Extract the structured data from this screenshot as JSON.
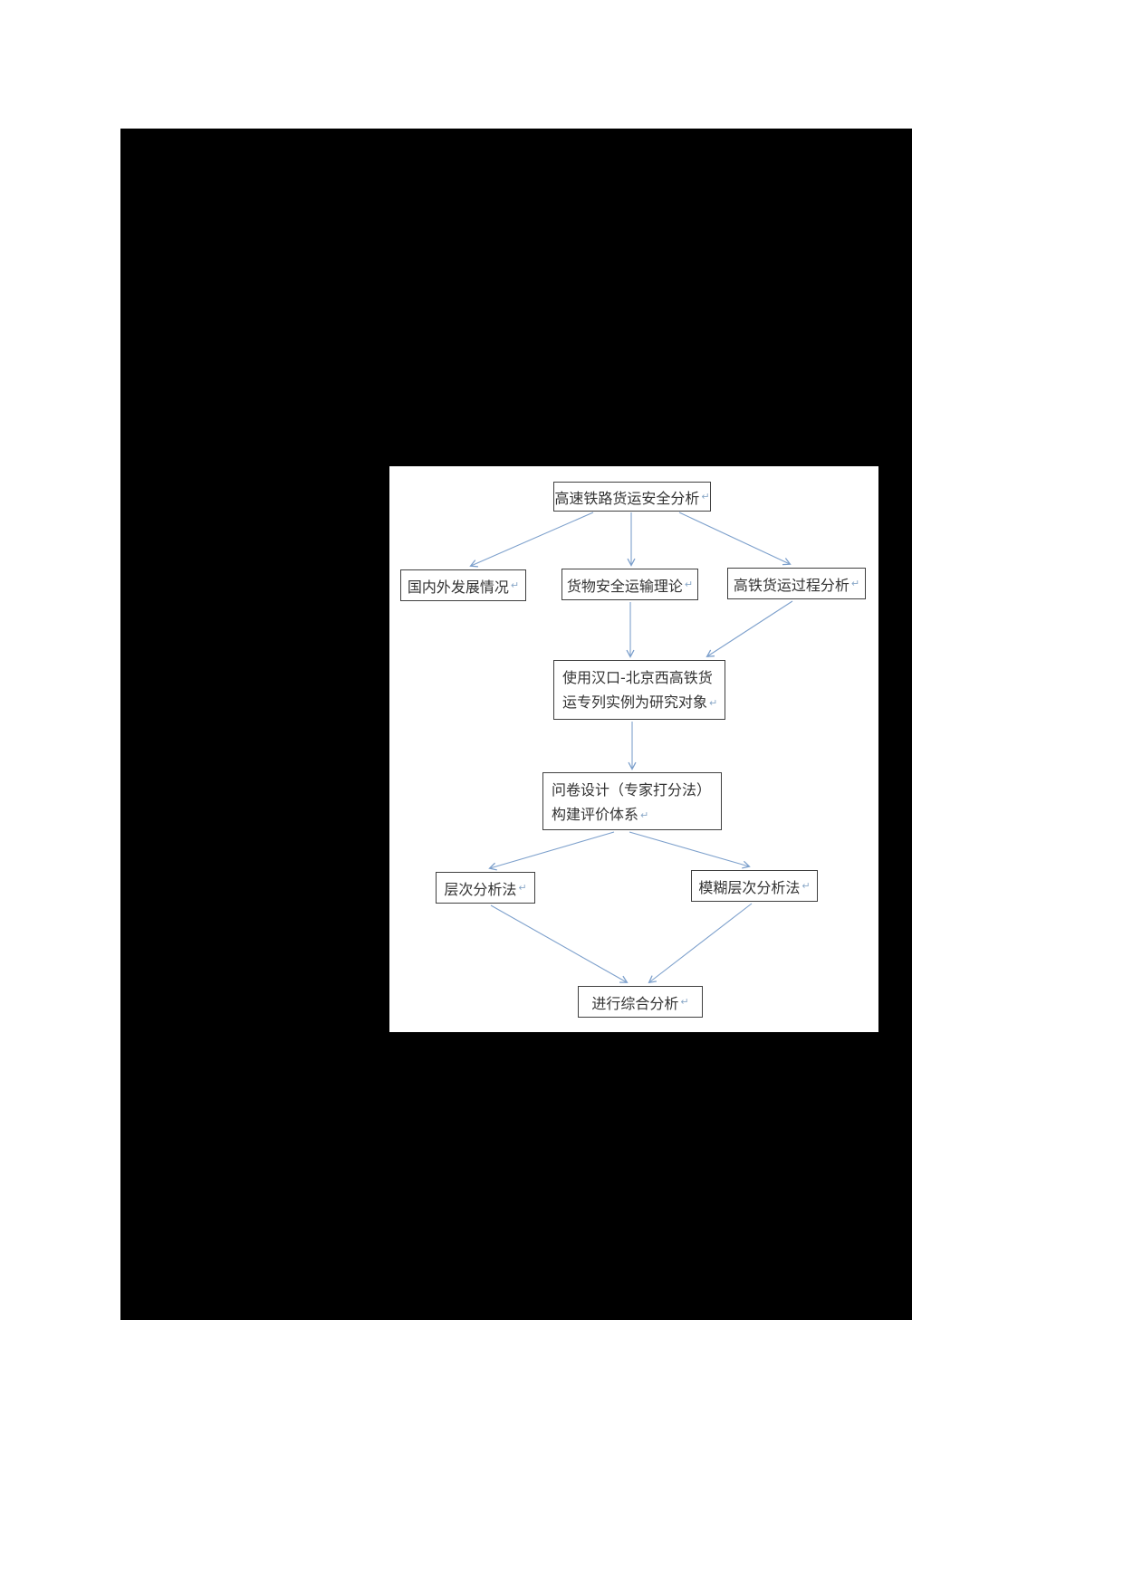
{
  "diagram": {
    "paragraph_mark": "↵",
    "arrow_color": "#7da0cc",
    "box_border_color": "#3f3f3f",
    "page_background": "#ffffff",
    "outer_background": "#000000",
    "nodes": {
      "root": {
        "label": "高速铁路货运安全分析"
      },
      "domestic": {
        "label": "国内外发展情况"
      },
      "theory": {
        "label": "货物安全运输理论"
      },
      "process": {
        "label": "高铁货运过程分析"
      },
      "case": {
        "line1": "使用汉口-北京西高铁货",
        "line2": "运专列实例为研究对象"
      },
      "survey": {
        "line1": "问卷设计（专家打分法）",
        "line2": "构建评价体系"
      },
      "ahp": {
        "label": "层次分析法"
      },
      "fahp": {
        "label": "模糊层次分析法"
      },
      "final": {
        "label": "进行综合分析"
      }
    },
    "edges": [
      {
        "from": "root",
        "to": "domestic"
      },
      {
        "from": "root",
        "to": "theory"
      },
      {
        "from": "root",
        "to": "process"
      },
      {
        "from": "theory",
        "to": "case"
      },
      {
        "from": "process",
        "to": "case"
      },
      {
        "from": "case",
        "to": "survey"
      },
      {
        "from": "survey",
        "to": "ahp"
      },
      {
        "from": "survey",
        "to": "fahp"
      },
      {
        "from": "ahp",
        "to": "final"
      },
      {
        "from": "fahp",
        "to": "final"
      }
    ]
  }
}
